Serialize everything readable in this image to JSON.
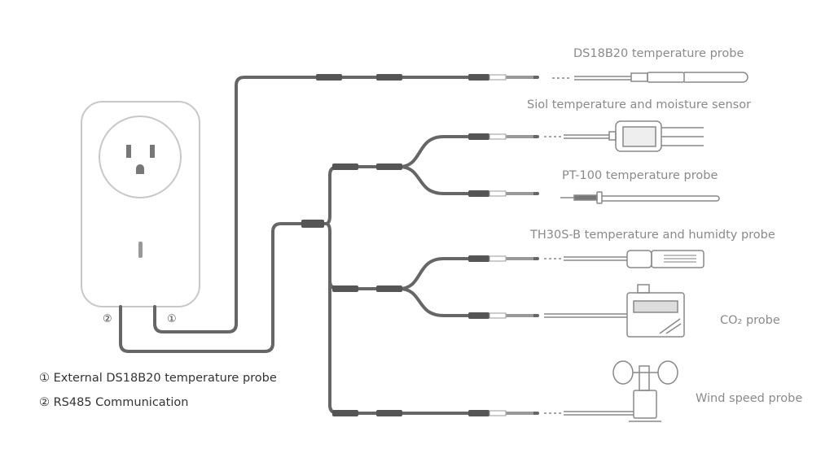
{
  "device": {
    "port_1_marker": "①",
    "port_2_marker": "②"
  },
  "sensors": [
    {
      "label": "DS18B20 temperature probe"
    },
    {
      "label": "Siol temperature and moisture sensor"
    },
    {
      "label": "PT-100 temperature probe"
    },
    {
      "label": "TH30S-B temperature and humidty probe"
    },
    {
      "label": "CO₂ probe"
    },
    {
      "label": "Wind speed probe"
    }
  ],
  "legend": [
    {
      "marker": "①",
      "text": "External DS18B20 temperature probe"
    },
    {
      "marker": "②",
      "text": "RS485 Communication"
    }
  ],
  "colors": {
    "cable": "#666666",
    "outline": "#bbbbbb",
    "label": "#8a8a8a"
  }
}
